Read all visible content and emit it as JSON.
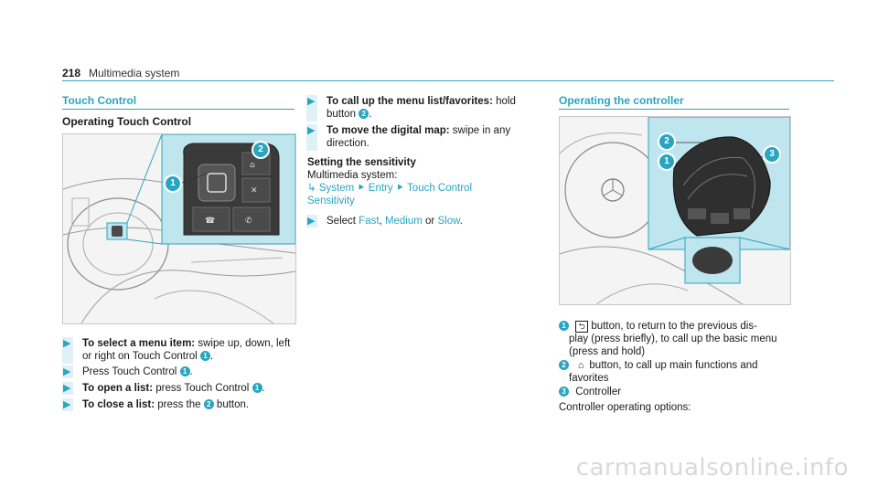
{
  "header": {
    "page_number": "218",
    "section": "Multimedia system"
  },
  "col1": {
    "title": "Touch Control",
    "subtitle": "Operating Touch Control",
    "steps": [
      {
        "bold": "To select a menu item:",
        "text": " swipe up, down, left",
        "text2": "or right on Touch Control ",
        "ref": "1",
        "end": "."
      },
      {
        "text": "Press Touch Control ",
        "ref": "1",
        "end": "."
      },
      {
        "bold": "To open a list:",
        "text": " press Touch Control ",
        "ref": "1",
        "end": "."
      },
      {
        "bold": "To close a list:",
        "text": " press the ",
        "ref": "2",
        "end": " button."
      }
    ],
    "callouts": [
      "1",
      "2"
    ]
  },
  "col2": {
    "step1_bold": "To call up the menu list/favorites:",
    "step1_text": " hold",
    "step1_text2": "button ",
    "step1_ref": "2",
    "step1_end": ".",
    "step2_bold": "To move the digital map:",
    "step2_text": " swipe in any",
    "step2_text2": "direction.",
    "setting_title": "Setting the sensitivity",
    "setting_path_label": "Multimedia system:",
    "path": [
      "System",
      "Entry",
      "Touch Control",
      "Sensitivity"
    ],
    "select_text": "Select ",
    "options": [
      "Fast",
      "Medium",
      "Slow"
    ],
    "sep1": ", ",
    "sep2": " or ",
    "select_end": "."
  },
  "col3": {
    "title": "Operating the controller",
    "callouts": [
      "1",
      "2",
      "3"
    ],
    "items": [
      {
        "ref": "1",
        "icon": "back-arrow-icon",
        "line1": " button, to return to the previous dis-",
        "line2": "play (press briefly), to call up the basic menu",
        "line3": "(press and hold)"
      },
      {
        "ref": "2",
        "icon": "home-icon",
        "line1": " button, to call up main functions and",
        "line2": "favorites"
      },
      {
        "ref": "3",
        "line1": "Controller"
      }
    ],
    "footer": "Controller operating options:"
  },
  "watermark": "carmanualsonline.info",
  "colors": {
    "accent": "#2aa5c0",
    "highlight": "#bfe6ee"
  }
}
